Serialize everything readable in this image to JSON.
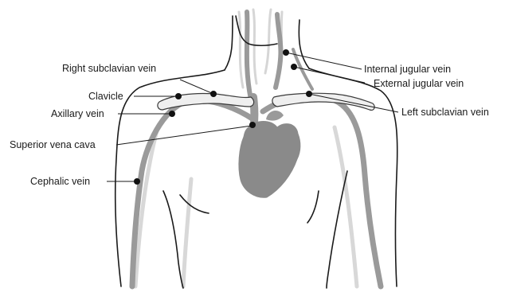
{
  "diagram": {
    "labels": {
      "right_subclavian_vein": "Right subclavian vein",
      "clavicle": "Clavicle",
      "axillary_vein": "Axillary vein",
      "superior_vena_cava": "Superior vena cava",
      "cephalic_vein": "Cephalic vein",
      "internal_jugular_vein": "Internal jugular vein",
      "external_jugular_vein": "External jugular vein",
      "left_subclavian_vein": "Left subclavian vein"
    },
    "colors": {
      "outline": "#1a1a1a",
      "vein": "#9a9a9a",
      "vein_faint": "#cfcfcf",
      "bone_fill": "#efefef",
      "heart": "#8a8a8a"
    }
  }
}
